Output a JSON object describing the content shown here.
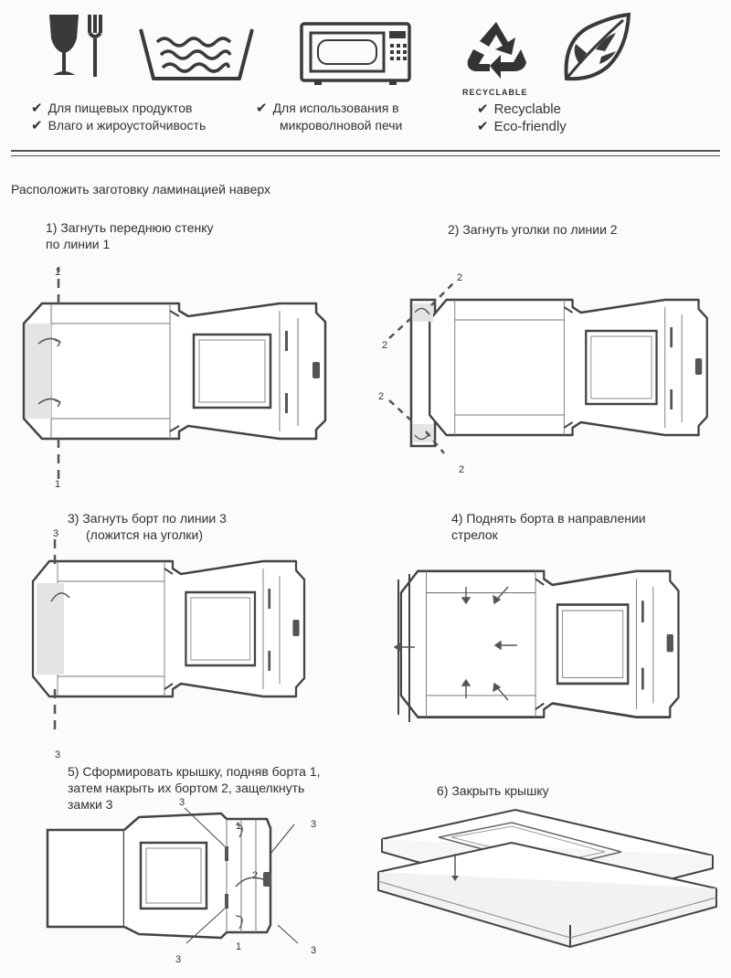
{
  "icons": {
    "food": "glass-fork-icon",
    "grease": "water-bowl-icon",
    "microwave": "microwave-icon",
    "recycle": "recycle-icon",
    "leaf": "leaf-icon"
  },
  "recyclable_label": "RECYCLABLE",
  "features": {
    "col1": [
      "Для пищевых продуктов",
      "Влаго и жироустойчивость"
    ],
    "col2_line1": "Для использования в",
    "col2_line2": "микроволновой печи",
    "col3": [
      "Recyclable",
      "Eco-friendly"
    ]
  },
  "intro": "Расположить заготовку ламинацией наверх",
  "steps": [
    {
      "line1": "1) Загнуть переднюю стенку",
      "line2": "по линии 1"
    },
    {
      "line1": "2) Загнуть уголки по линии 2",
      "line2": ""
    },
    {
      "line1": "3) Загнуть борт по линии 3",
      "line2": "(ложится на уголки)"
    },
    {
      "line1": "4) Поднять борта в направлении",
      "line2": "стрелок"
    },
    {
      "line1": "5) Сформировать крышку, подняв борта 1,",
      "line2": "затем накрыть их бортом 2, защелкнуть",
      "line3": "замки 3"
    },
    {
      "line1": "6) Закрыть крышку",
      "line2": ""
    }
  ],
  "markers": {
    "one": "1",
    "two": "2",
    "three": "3"
  }
}
